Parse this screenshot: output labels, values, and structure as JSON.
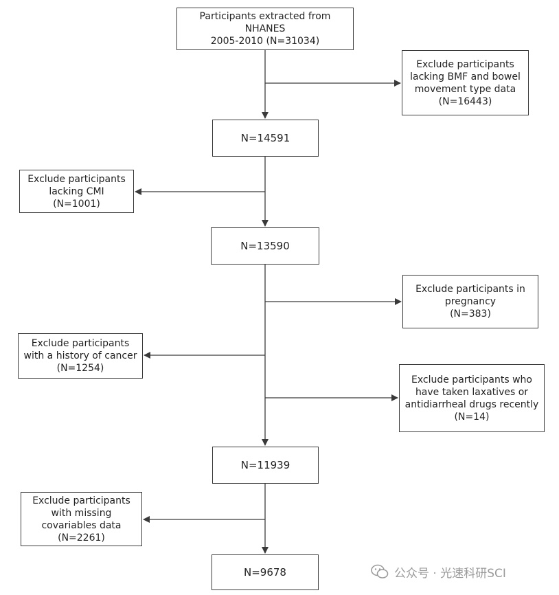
{
  "flowchart": {
    "start": "Participants extracted from\nNHANES\n2005-2010 (N=31034)",
    "n1": "N=14591",
    "n2": "N=13590",
    "n3": "N=11939",
    "n4": "N=9678",
    "ex1": "Exclude participants\nlacking BMF and bowel\nmovement type data\n(N=16443)",
    "ex2": "Exclude participants\nlacking CMI\n(N=1001)",
    "ex3": "Exclude participants in\npregnancy\n(N=383)",
    "ex4": "Exclude participants\nwith a history of cancer\n(N=1254)",
    "ex5": "Exclude participants who\nhave taken laxatives or\nantidiarrheal drugs recently\n(N=14)",
    "ex6": "Exclude participants\nwith missing\ncovariables data\n(N=2261)"
  },
  "watermark": {
    "text": "公众号 · 光速科研SCI",
    "icon": "wechat-icon"
  }
}
